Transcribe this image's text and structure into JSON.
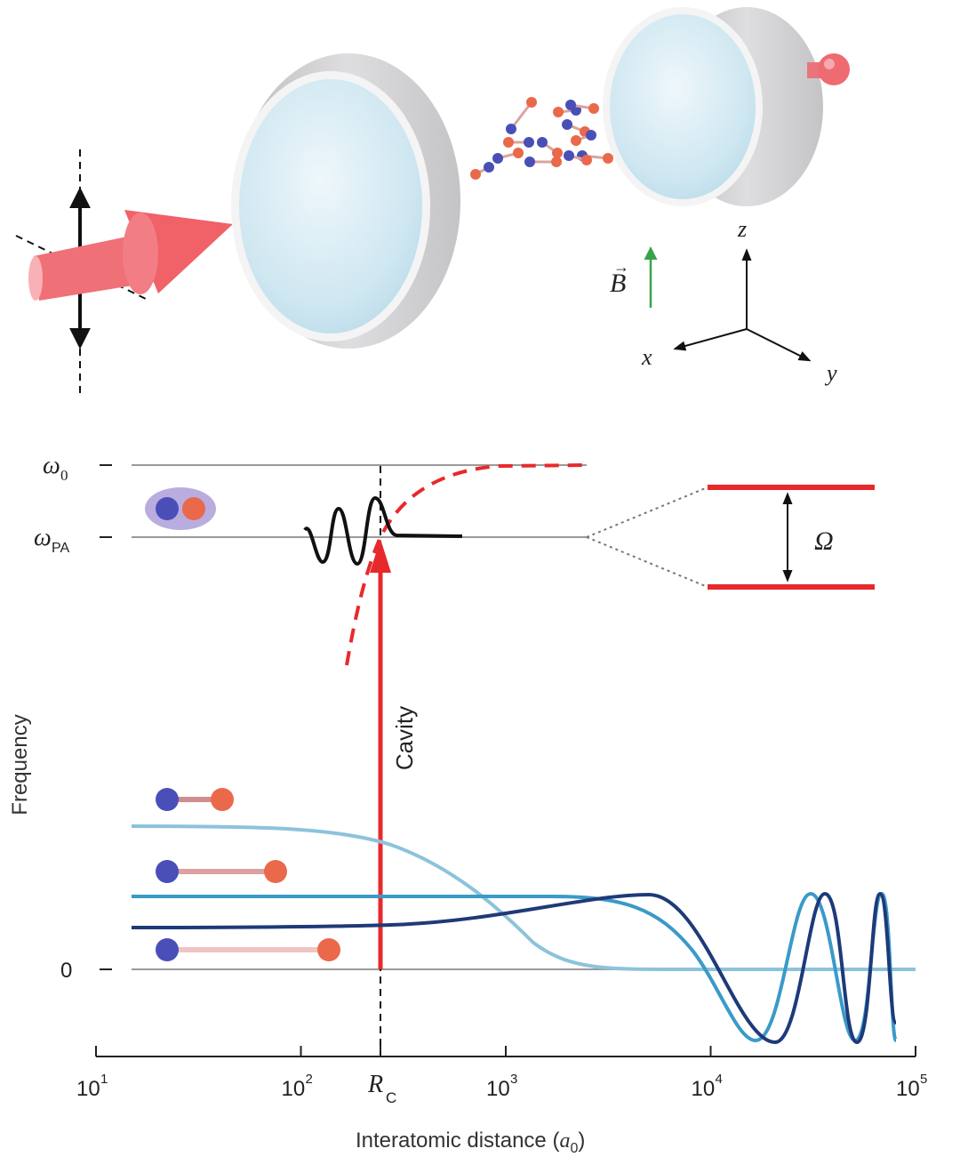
{
  "labels": {
    "omega0_sym": "ω",
    "omega0_sub": "0",
    "omegaPA_sym": "ω",
    "omegaPA_sub": "PA",
    "zero": "0",
    "omega_big": "Ω",
    "cavity": "Cavity",
    "frequency": "Frequency",
    "xaxis_prefix": "Interatomic distance (",
    "xaxis_sym": "a",
    "xaxis_sub": "0",
    "xaxis_suffix": ")",
    "rc_sym": "R",
    "rc_sub": "C",
    "b_field": "B",
    "axis_x": "x",
    "axis_y": "y",
    "axis_z": "z"
  },
  "xticks": [
    {
      "base": "10",
      "exp": "1"
    },
    {
      "base": "10",
      "exp": "2"
    },
    {
      "base": "10",
      "exp": "3"
    },
    {
      "base": "10",
      "exp": "4"
    },
    {
      "base": "10",
      "exp": "5"
    }
  ],
  "colors": {
    "laser_red": "#e8292b",
    "light_blue": "#8cc3dc",
    "mid_blue": "#3a9ac8",
    "dark_blue": "#1e3a78",
    "atom_blue": "#4a4fb8",
    "atom_orange": "#e9694a",
    "mirror_gray": "#cfcfd1",
    "b_green": "#3aa24a"
  }
}
